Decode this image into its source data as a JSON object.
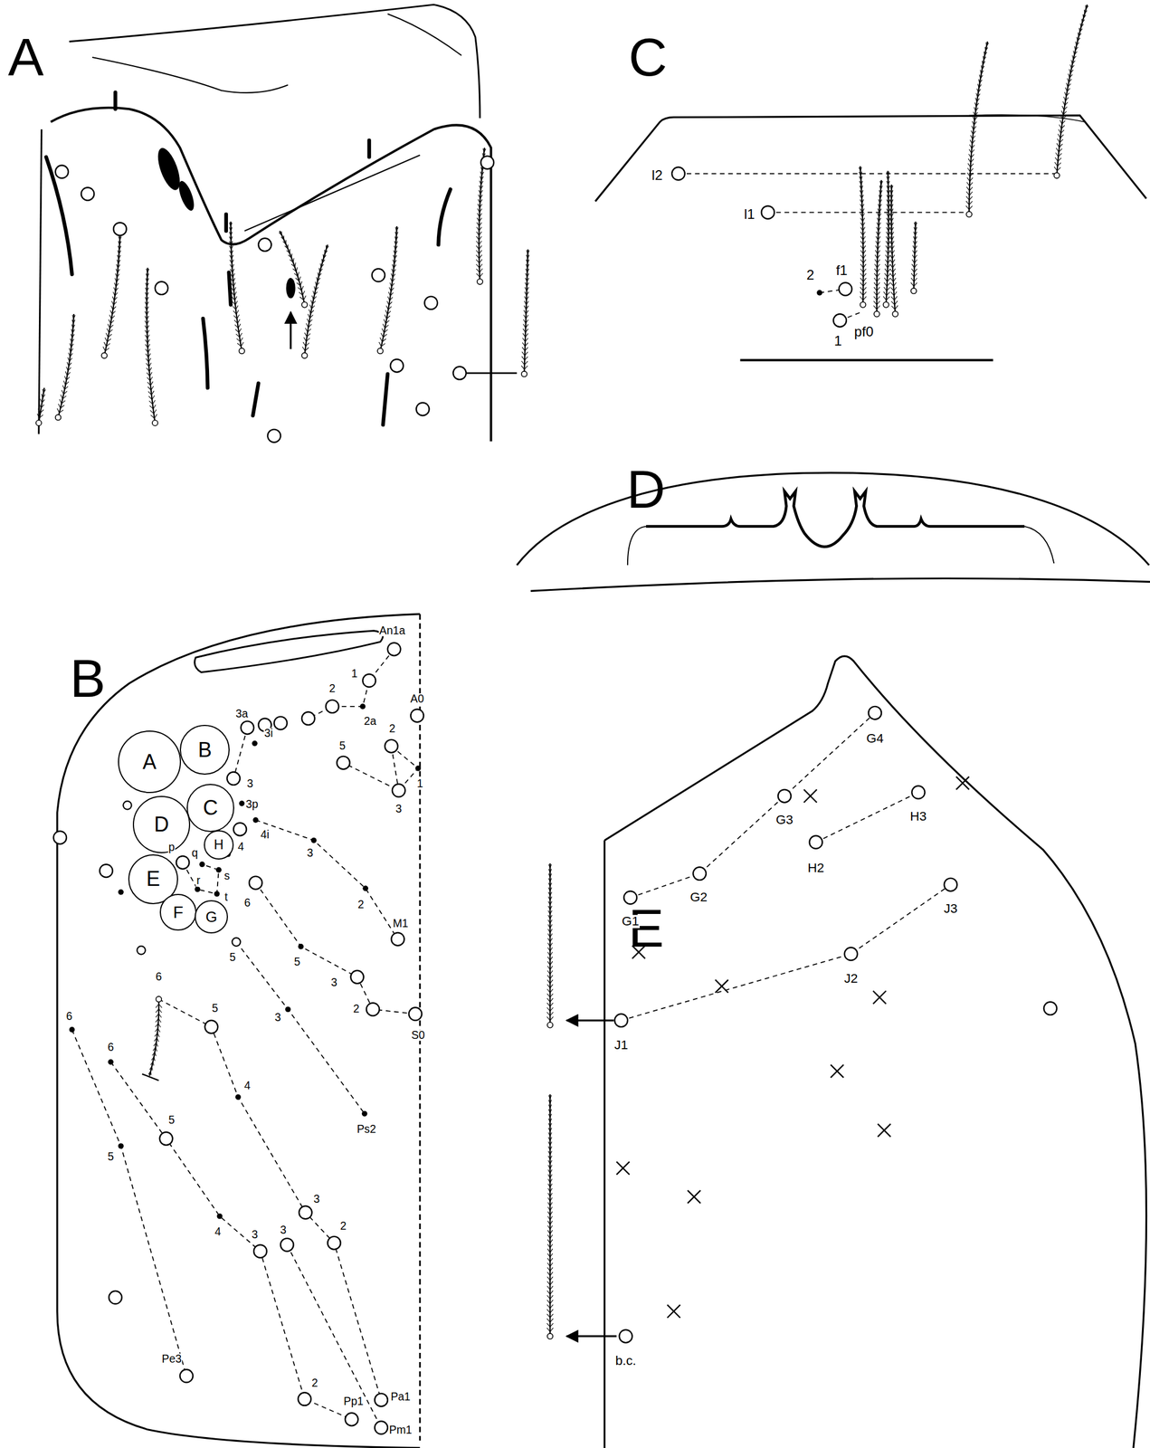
{
  "diagram": {
    "nodes": [
      {
        "text": [
          "A"
        ]
      },
      {
        "text": [
          "B"
        ]
      },
      {
        "text": [
          "D"
        ]
      },
      {
        "text": [
          "C"
        ]
      },
      {
        "text": [
          "H"
        ]
      },
      {
        "text": [
          "E"
        ]
      },
      {
        "text": [
          "F"
        ]
      },
      {
        "text": [
          "G"
        ]
      }
    ],
    "labels": [
      "A",
      "C",
      "D",
      "B",
      "E",
      "l2",
      "l1",
      "2",
      "f1",
      "1",
      "pf0",
      "An1a",
      "1",
      "2",
      "2a",
      "3a",
      "A0",
      "2",
      "5",
      "1",
      "3",
      "3i",
      "3",
      "3p",
      "4i",
      "4",
      "3",
      "p",
      "q",
      "s",
      "r",
      "t",
      "6",
      "2",
      "M1",
      "5",
      "5",
      "3",
      "2",
      "S0",
      "6",
      "5",
      "3",
      "6",
      "4",
      "6",
      "5",
      "5",
      "Ps2",
      "4",
      "3",
      "3",
      "3",
      "2",
      "Pe3",
      "2",
      "Pp1",
      "Pa1",
      "Pm1",
      "G4",
      "G3",
      "H3",
      "H2",
      "G1",
      "G2",
      "J3",
      "J2",
      "J1",
      "b.c."
    ]
  }
}
